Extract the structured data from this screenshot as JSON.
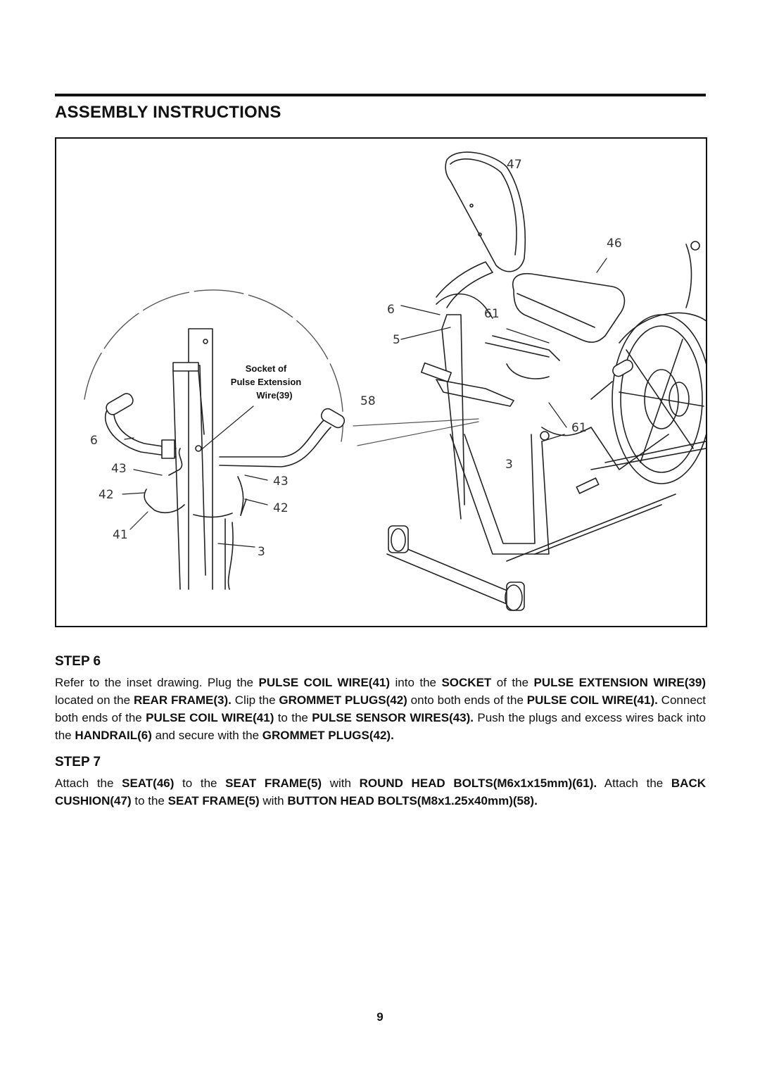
{
  "page": {
    "title": "ASSEMBLY INSTRUCTIONS",
    "page_number": "9"
  },
  "figure": {
    "callouts": {
      "c47": "47",
      "c46": "46",
      "c6_main": "6",
      "c61_top": "61",
      "c5": "5",
      "c58": "58",
      "c61_right": "61",
      "c3_main": "3",
      "c6_inset": "6",
      "c43_left": "43",
      "c43_right": "43",
      "c42_left": "42",
      "c42_right": "42",
      "c41": "41",
      "c3_inset": "3"
    },
    "socket_note": [
      "Socket of",
      "Pulse Extension",
      "Wire(39)"
    ]
  },
  "step6": {
    "heading": "STEP 6",
    "segments": [
      {
        "t": "Refer to the inset drawing. Plug the ",
        "b": false
      },
      {
        "t": "PULSE COIL WIRE(41)",
        "b": true
      },
      {
        "t": " into the ",
        "b": false
      },
      {
        "t": "SOCKET",
        "b": true
      },
      {
        "t": " of the ",
        "b": false
      },
      {
        "t": "PULSE EXTENSION WIRE(39)",
        "b": true
      },
      {
        "t": " located on the ",
        "b": false
      },
      {
        "t": "REAR FRAME(3).",
        "b": true
      },
      {
        "t": " Clip the ",
        "b": false
      },
      {
        "t": "GROMMET PLUGS(42)",
        "b": true
      },
      {
        "t": " onto both ends of the ",
        "b": false
      },
      {
        "t": "PULSE COIL WIRE(41).",
        "b": true
      },
      {
        "t": " Connect both ends of the ",
        "b": false
      },
      {
        "t": "PULSE COIL WIRE(41)",
        "b": true
      },
      {
        "t": " to the ",
        "b": false
      },
      {
        "t": "PULSE SENSOR WIRES(43).",
        "b": true
      },
      {
        "t": " Push the plugs and excess wires back into the ",
        "b": false
      },
      {
        "t": "HANDRAIL(6)",
        "b": true
      },
      {
        "t": " and secure with the ",
        "b": false
      },
      {
        "t": "GROMMET PLUGS(42).",
        "b": true
      }
    ]
  },
  "step7": {
    "heading": "STEP 7",
    "segments": [
      {
        "t": "Attach the ",
        "b": false
      },
      {
        "t": "SEAT(46)",
        "b": true
      },
      {
        "t": " to the ",
        "b": false
      },
      {
        "t": "SEAT FRAME(5)",
        "b": true
      },
      {
        "t": " with ",
        "b": false
      },
      {
        "t": "ROUND HEAD BOLTS(M6x1x15mm)(61).",
        "b": true
      },
      {
        "t": " Attach the ",
        "b": false
      },
      {
        "t": "BACK CUSHION(47)",
        "b": true
      },
      {
        "t": " to the ",
        "b": false
      },
      {
        "t": "SEAT FRAME(5)",
        "b": true
      },
      {
        "t": " with ",
        "b": false
      },
      {
        "t": "BUTTON HEAD BOLTS(M8x1.25x40mm)(58).",
        "b": true
      }
    ]
  }
}
